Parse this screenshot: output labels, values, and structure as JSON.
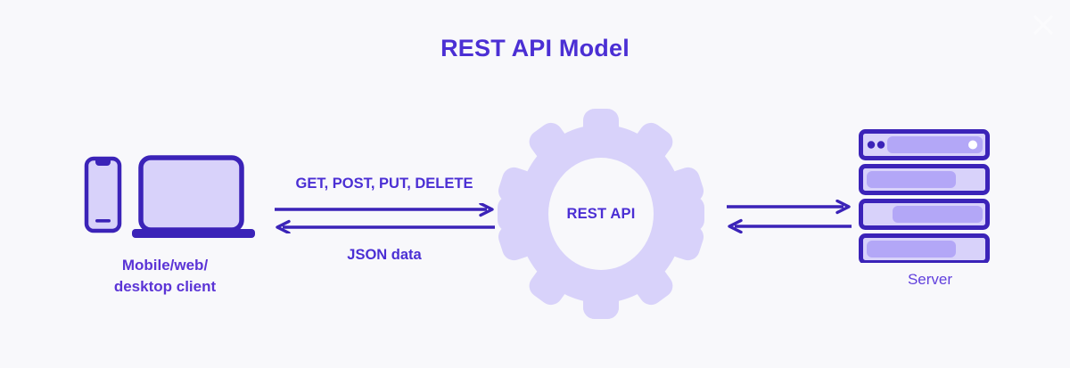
{
  "diagram": {
    "title": "REST API Model",
    "background_color": "#f8f8fb",
    "accent_dark": "#3b23b8",
    "accent_purple": "#4b2fd4",
    "accent_light": "#d8d2fa",
    "accent_mid": "#b3a7f7"
  },
  "close_button": {
    "icon": "close-icon",
    "label": "Close"
  },
  "client": {
    "label_line1": "Mobile/web/",
    "label_line2": "desktop client",
    "icons": [
      "phone-icon",
      "laptop-icon"
    ]
  },
  "flow_client_api": {
    "request_label": "GET, POST, PUT, DELETE",
    "response_label": "JSON data",
    "request_direction": "right",
    "response_direction": "left"
  },
  "api": {
    "label": "REST API",
    "icon": "gear-icon"
  },
  "flow_api_server": {
    "request_label": "",
    "response_label": "",
    "request_direction": "right",
    "response_direction": "left"
  },
  "server": {
    "label": "Server",
    "icon": "server-rack-icon",
    "rack_units": 4
  }
}
